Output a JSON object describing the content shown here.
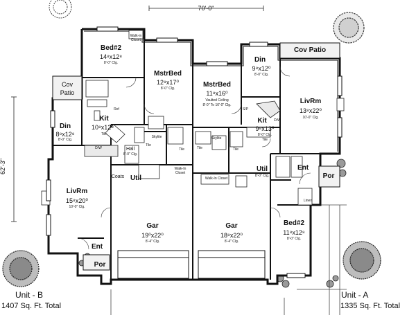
{
  "plan": {
    "overall_width": "70'-0\"",
    "overall_depth": "62'-3\"",
    "units": [
      {
        "name": "Unit - B",
        "area": "1407 Sq. Ft. Total"
      },
      {
        "name": "Unit - A",
        "area": "1335 Sq. Ft. Total"
      }
    ],
    "rooms": {
      "bed2_b": {
        "name": "Bed#2",
        "size": "14⁸x12⁸",
        "note": "8'-0\" Clg."
      },
      "mstrbed_b": {
        "name": "MstrBed",
        "size": "12⁸x17⁰",
        "note": "8'-0\" Clg."
      },
      "mstrbed_a": {
        "name": "MstrBed",
        "size": "11⁸x16⁰",
        "note": "Vaulted Ceiling",
        "note2": "8'-0\" To 10'-0\" Clg."
      },
      "din_a": {
        "name": "Din",
        "size": "9⁸x12⁰",
        "note": "8'-0\" Clg."
      },
      "din_b": {
        "name": "Din",
        "size": "8⁸x12⁸",
        "note": "8'-0\" Clg."
      },
      "kit_b": {
        "name": "Kit",
        "size": "10⁸x12⁸",
        "note": "Tile"
      },
      "kit_a": {
        "name": "Kit",
        "size": "9⁸x13⁰",
        "note": "8'-0\" Clg.",
        "note2": "Tile"
      },
      "livrm_a": {
        "name": "LivRm",
        "size": "13⁸x22⁰",
        "note": "10'-0\" Clg."
      },
      "livrm_b": {
        "name": "LivRm",
        "size": "15⁸x20⁰",
        "note": "10'-0\" Clg."
      },
      "gar_b": {
        "name": "Gar",
        "size": "19⁰x22⁰",
        "note": "8'-4\" Clg."
      },
      "gar_a": {
        "name": "Gar",
        "size": "18⁸x22⁰",
        "note": "8'-4\" Clg."
      },
      "bed2_a": {
        "name": "Bed#2",
        "size": "11⁸x12⁸",
        "note": "8'-0\" Clg."
      }
    },
    "labels": {
      "cov_patio_a": "Cov Patio",
      "cov_patio_b_1": "Cov",
      "cov_patio_b_2": "Patio",
      "hall": "Hall",
      "hall_note": "8'-0\" Clg.",
      "util_b": "Util",
      "util_a": "Util",
      "util_a_note": "8'-0\" Clg.",
      "ent_b": "Ent",
      "ent_a": "Ent",
      "por_b": "Por",
      "por_a": "Por",
      "walkin_closet_top_1": "Walk-in",
      "walkin_closet_top_2": "Closet",
      "walkin_closet_b_1": "Walk-In",
      "walkin_closet_b_2": "Closet",
      "walkin_closet_a": "Walk-In Closet",
      "skylite_b": "Skylite",
      "skylite_a": "Skylite",
      "tile_1": "Tile",
      "tile_2": "Tile",
      "tile_3": "Tile",
      "tile_4": "Tile",
      "linen": "Linen",
      "coats": "Coats",
      "dw_1": "D/W",
      "dw_2": "D/W",
      "ref": "Ref",
      "sep": "S/P"
    }
  }
}
